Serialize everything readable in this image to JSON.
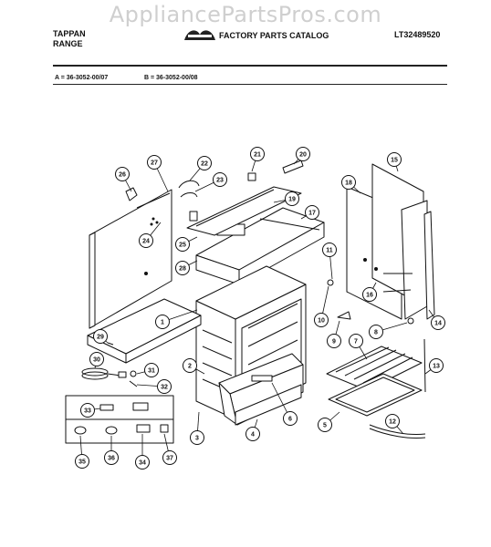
{
  "watermark": "AppliancePartsPros.com",
  "header": {
    "brand_line1": "TAPPAN",
    "brand_line2": "RANGE",
    "catalog_title": "FACTORY PARTS CATALOG",
    "catalog_number": "LT32489520",
    "logo": "frigidaire-logo"
  },
  "models": {
    "a": "A = 36-3052-00/07",
    "b": "B = 36-3052-00/08"
  },
  "callouts": [
    "1",
    "2",
    "3",
    "4",
    "5",
    "6",
    "7",
    "8",
    "9",
    "10",
    "11",
    "12",
    "13",
    "14",
    "15",
    "16",
    "17",
    "18",
    "19",
    "20",
    "21",
    "22",
    "23",
    "24",
    "25",
    "26",
    "27",
    "28",
    "29",
    "30",
    "31",
    "32",
    "33",
    "34",
    "35",
    "36",
    "37"
  ]
}
